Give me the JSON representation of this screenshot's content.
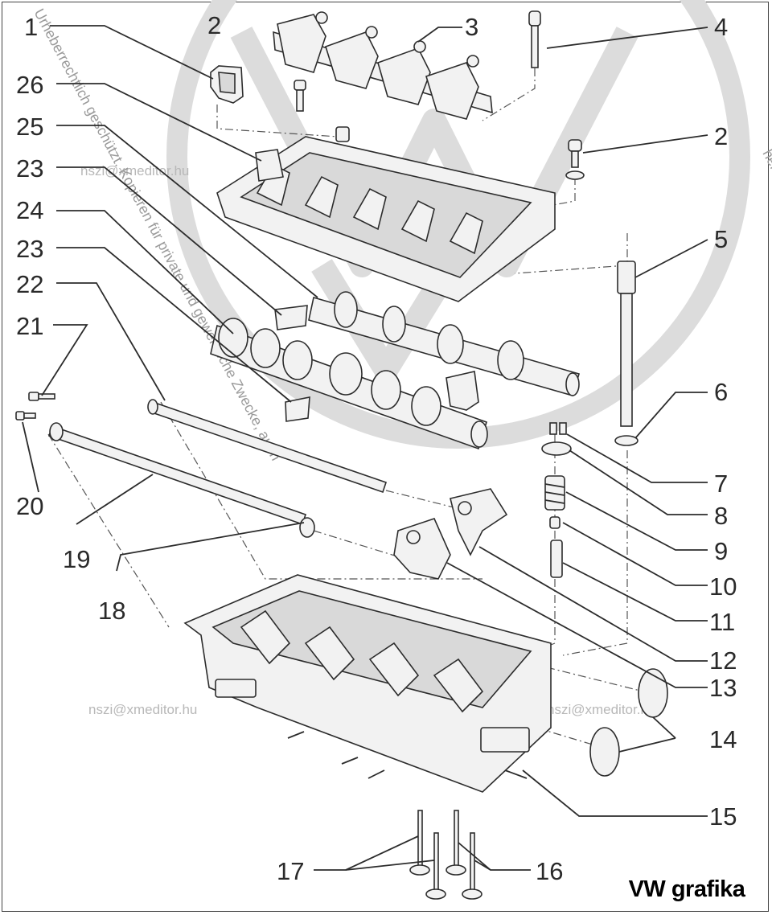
{
  "diagram": {
    "part_numbers": [
      "1",
      "2",
      "3",
      "4",
      "2",
      "26",
      "25",
      "23",
      "24",
      "23",
      "22",
      "21",
      "20",
      "5",
      "6",
      "7",
      "8",
      "9",
      "10",
      "11",
      "12",
      "13",
      "14",
      "15",
      "16",
      "17",
      "18",
      "19"
    ],
    "watermarks": {
      "email_1": "nszi@xmeditor.hu",
      "email_2": "nszi@xmeditor.hu",
      "email_3": "nszi@xmeditor.hu",
      "copyright_right": "hen auf diesem Dokument. Copyright bei Volkswagen AG",
      "copyright_left": "Urheberrechtlich geschützt. Kopieren für private und gewerbliche Zwecke, auch"
    },
    "brand_label": "VW grafika"
  },
  "colors": {
    "line": "#2c2c2c",
    "watermark": "#dcdcdc",
    "background": "#ffffff"
  }
}
